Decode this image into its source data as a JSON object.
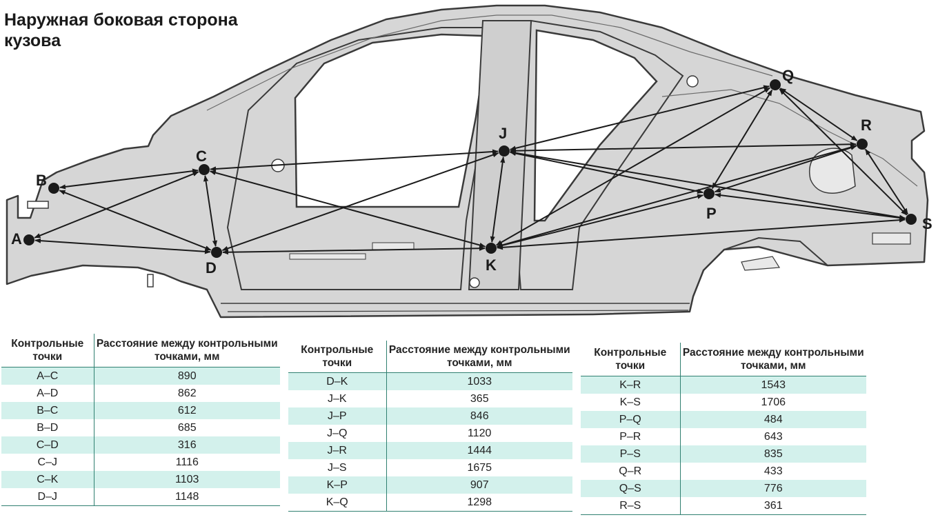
{
  "title": "Наружная боковая сторона кузова",
  "points": [
    {
      "id": "A",
      "label": "A"
    },
    {
      "id": "B",
      "label": "B"
    },
    {
      "id": "C",
      "label": "C"
    },
    {
      "id": "D",
      "label": "D"
    },
    {
      "id": "J",
      "label": "J"
    },
    {
      "id": "K",
      "label": "K"
    },
    {
      "id": "P",
      "label": "P"
    },
    {
      "id": "Q",
      "label": "Q"
    },
    {
      "id": "R",
      "label": "R"
    },
    {
      "id": "S",
      "label": "S"
    }
  ],
  "table_headers": {
    "points": "Контрольные точки",
    "distance": "Расстояние между контрольными точками, мм"
  },
  "tables": [
    {
      "rows": [
        {
          "pair": "A–C",
          "distance": "890"
        },
        {
          "pair": "A–D",
          "distance": "862"
        },
        {
          "pair": "B–C",
          "distance": "612"
        },
        {
          "pair": "B–D",
          "distance": "685"
        },
        {
          "pair": "C–D",
          "distance": "316"
        },
        {
          "pair": "C–J",
          "distance": "1116"
        },
        {
          "pair": "C–K",
          "distance": "1103"
        },
        {
          "pair": "D–J",
          "distance": "1148"
        }
      ]
    },
    {
      "rows": [
        {
          "pair": "D–K",
          "distance": "1033"
        },
        {
          "pair": "J–K",
          "distance": "365"
        },
        {
          "pair": "J–P",
          "distance": "846"
        },
        {
          "pair": "J–Q",
          "distance": "1120"
        },
        {
          "pair": "J–R",
          "distance": "1444"
        },
        {
          "pair": "J–S",
          "distance": "1675"
        },
        {
          "pair": "K–P",
          "distance": "907"
        },
        {
          "pair": "K–Q",
          "distance": "1298"
        }
      ]
    },
    {
      "rows": [
        {
          "pair": "K–R",
          "distance": "1543"
        },
        {
          "pair": "K–S",
          "distance": "1706"
        },
        {
          "pair": "P–Q",
          "distance": "484"
        },
        {
          "pair": "P–R",
          "distance": "643"
        },
        {
          "pair": "P–S",
          "distance": "835"
        },
        {
          "pair": "Q–R",
          "distance": "433"
        },
        {
          "pair": "Q–S",
          "distance": "776"
        },
        {
          "pair": "R–S",
          "distance": "361"
        }
      ]
    }
  ],
  "colors": {
    "body_fill": "#d6d6d6",
    "body_stroke": "#3a3a3a",
    "arrow": "#1a1a1a",
    "table_stripe": "#d3f1ec",
    "table_rule": "#2f7f70"
  }
}
